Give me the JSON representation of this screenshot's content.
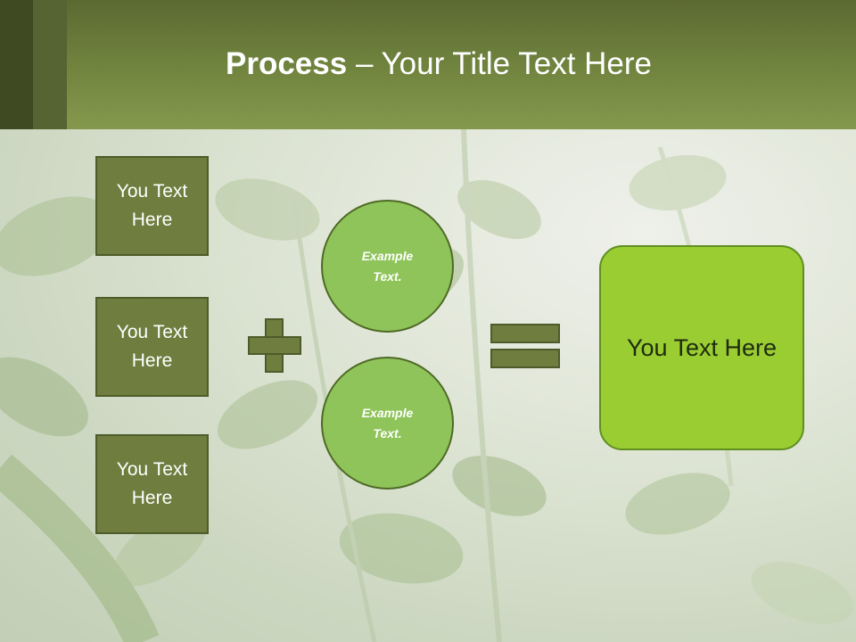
{
  "slide": {
    "title_bold": "Process",
    "title_rest": " – Your Title Text Here"
  },
  "inputs": [
    {
      "label": "You Text Here"
    },
    {
      "label": "You Text Here"
    },
    {
      "label": "You Text Here"
    }
  ],
  "circles": [
    {
      "label": "Example Text."
    },
    {
      "label": "Example Text."
    }
  ],
  "result": {
    "label": "You Text Here"
  },
  "colors": {
    "header": "#71853f",
    "box_fill": "#6f7d3f",
    "circle_fill": "#8fc45a",
    "result_fill": "#9acd32"
  }
}
